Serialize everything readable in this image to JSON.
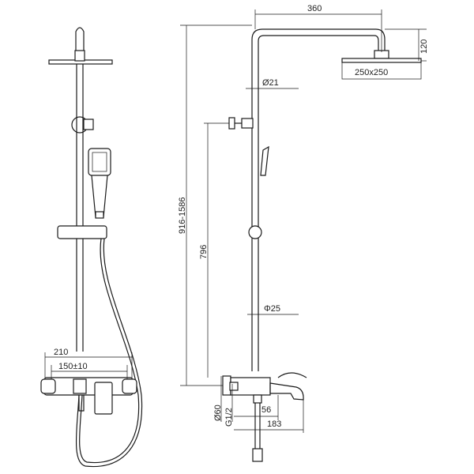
{
  "dimensions": {
    "arm_length": "360",
    "head_height": "120",
    "head_size": "250x250",
    "upper_pipe_dia": "Ø21",
    "total_height": "916-1586",
    "slide_height": "796",
    "lower_pipe_dia": "Φ25",
    "mixer_width": "210",
    "inlet_spacing": "150±10",
    "inlet_dia": "Ø60",
    "inlet_thread": "G1/2",
    "spout_offset": "56",
    "spout_length": "183"
  }
}
